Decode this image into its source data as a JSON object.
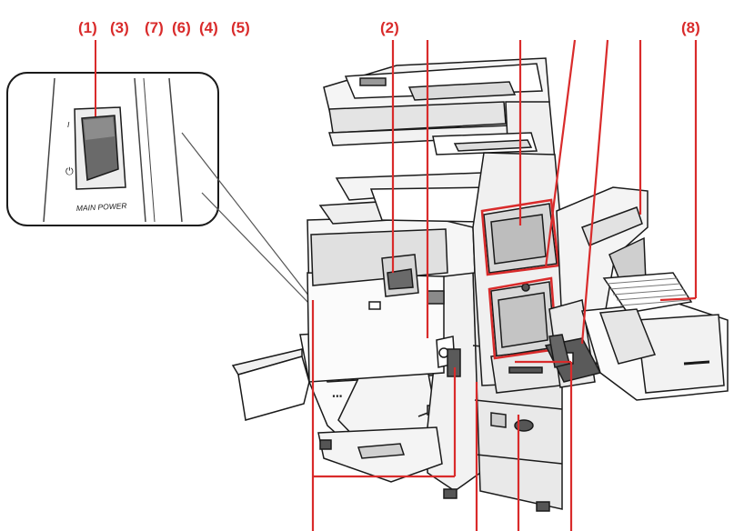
{
  "callouts": {
    "c1": "(1)",
    "c3": "(3)",
    "c7": "(7)",
    "c6": "(6)",
    "c4": "(4)",
    "c5": "(5)",
    "c2": "(2)",
    "c8": "(8)"
  },
  "inset": {
    "switch_label": "MAIN POWER",
    "on_mark": "I",
    "standby_mark": "⏻"
  },
  "colors": {
    "callout": "#d92b2b",
    "outline": "#1a1a1a",
    "body": "#f4f4f4",
    "shade": "#d8d8d8",
    "dark": "#5a5a5a"
  }
}
